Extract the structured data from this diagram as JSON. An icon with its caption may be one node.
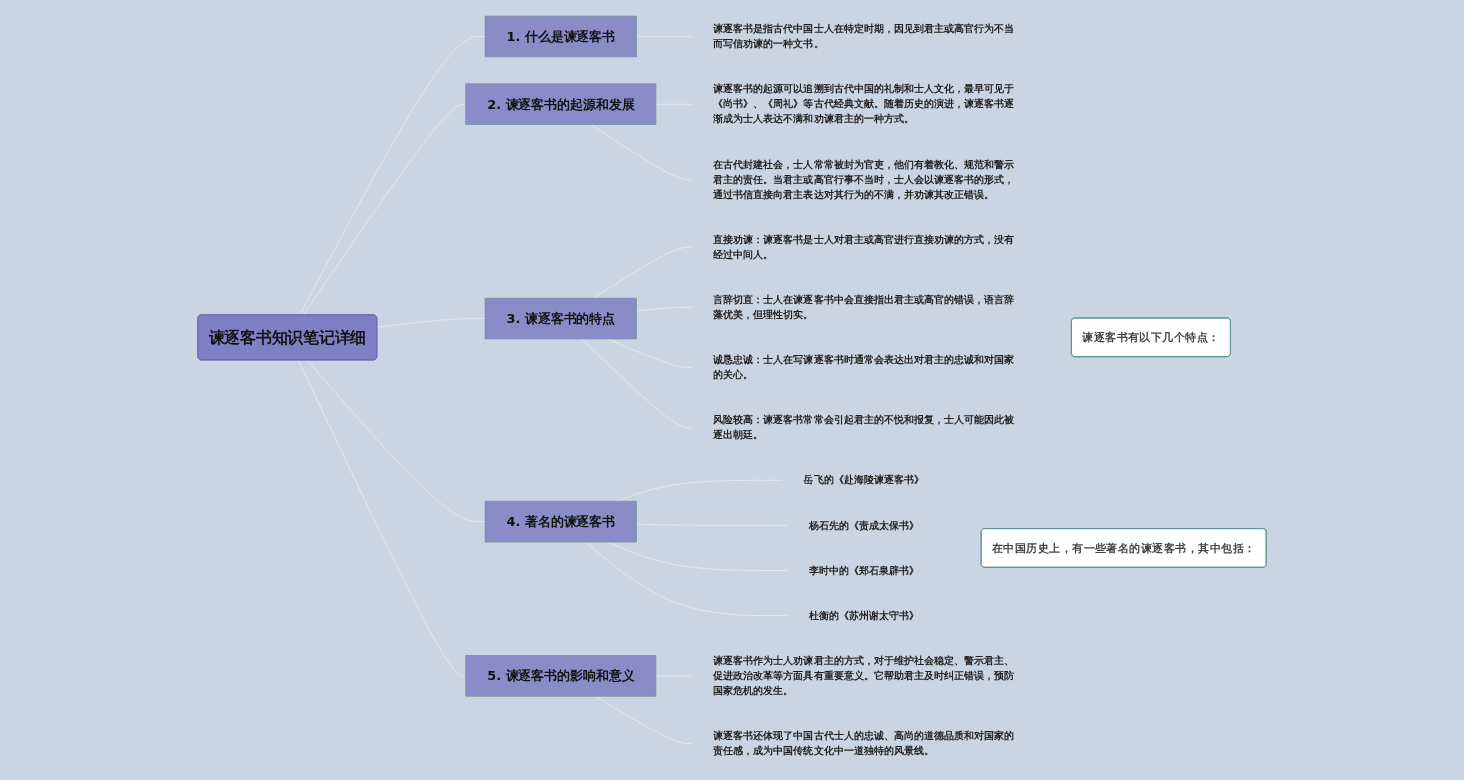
{
  "diagram": {
    "nodes": [
      {
        "text": [
          "谏逐客书知识笔记详细"
        ]
      },
      {
        "text": [
          "1. 什么是谏逐客书"
        ]
      },
      {
        "text": [
          "谏逐客书是指古代中国士人在特定时期，因见到君主或高官行为不当而写信劝谏的一种文书。"
        ]
      },
      {
        "text": [
          "2. 谏逐客书的起源和发展"
        ]
      },
      {
        "text": [
          "谏逐客书的起源可以追溯到古代中国的礼制和士人文化，最早可见于《尚书》、《周礼》等古代经典文献。随着历史的演进，谏逐客书逐渐成为士人表达不满和劝谏君主的一种方式。"
        ]
      },
      {
        "text": [
          "在古代封建社会，士人常常被封为官吏，他们有着教化、规范和警示君主的责任。当君主或高官行事不当时，士人会以谏逐客书的形式，通过书信直接向君主表达对其行为的不满，并劝谏其改正错误。"
        ]
      },
      {
        "text": [
          "3. 谏逐客书的特点"
        ]
      },
      {
        "text": [
          "直接劝谏：谏逐客书是士人对君主或高官进行直接劝谏的方式，没有经过中间人。"
        ]
      },
      {
        "text": [
          "言辞切直：士人在谏逐客书中会直接指出君主或高官的错误，语言辞藻优美，但理性切实。"
        ]
      },
      {
        "text": [
          "诚恳忠诚：士人在写谏逐客书时通常会表达出对君主的忠诚和对国家的关心。"
        ]
      },
      {
        "text": [
          "风险较高：谏逐客书常常会引起君主的不悦和报复，士人可能因此被逐出朝廷。"
        ]
      },
      {
        "text": [
          "谏逐客书有以下几个特点："
        ]
      },
      {
        "text": [
          "4. 著名的谏逐客书"
        ]
      },
      {
        "text": [
          "岳飞的《赴海陵谏逐客书》"
        ]
      },
      {
        "text": [
          "杨石先的《责成太保书》"
        ]
      },
      {
        "text": [
          "李时中的《郑石泉辟书》"
        ]
      },
      {
        "text": [
          "杜衡的《苏州谢太守书》"
        ]
      },
      {
        "text": [
          "在中国历史上，有一些著名的谏逐客书，其中包括："
        ]
      },
      {
        "text": [
          "5. 谏逐客书的影响和意义"
        ]
      },
      {
        "text": [
          "谏逐客书作为士人劝谏君主的方式，对于维护社会稳定、警示君主、促进政治改革等方面具有重要意义。它帮助君主及时纠正错误，预防国家危机的发生。"
        ]
      },
      {
        "text": [
          "谏逐客书还体现了中国古代士人的忠诚、高尚的道德品质和对国家的责任感，成为中国传统文化中一道独特的风景线。"
        ]
      }
    ],
    "edges": [
      {
        "from": 0,
        "to": 1,
        "arrow": "none"
      },
      {
        "from": 0,
        "to": 3,
        "arrow": "none"
      },
      {
        "from": 0,
        "to": 6,
        "arrow": "none"
      },
      {
        "from": 0,
        "to": 12,
        "arrow": "none"
      },
      {
        "from": 0,
        "to": 18,
        "arrow": "none"
      },
      {
        "from": 1,
        "to": 2,
        "arrow": "none"
      },
      {
        "from": 3,
        "to": 4,
        "arrow": "none"
      },
      {
        "from": 3,
        "to": 5,
        "arrow": "none"
      },
      {
        "from": 6,
        "to": 7,
        "arrow": "none"
      },
      {
        "from": 6,
        "to": 8,
        "arrow": "none"
      },
      {
        "from": 6,
        "to": 9,
        "arrow": "none"
      },
      {
        "from": 6,
        "to": 10,
        "arrow": "none"
      },
      {
        "from": 12,
        "to": 13,
        "arrow": "none"
      },
      {
        "from": 12,
        "to": 14,
        "arrow": "none"
      },
      {
        "from": 12,
        "to": 15,
        "arrow": "none"
      },
      {
        "from": 12,
        "to": 16,
        "arrow": "none"
      },
      {
        "from": 18,
        "to": 19,
        "arrow": "none"
      },
      {
        "from": 18,
        "to": 20,
        "arrow": "none"
      }
    ]
  }
}
